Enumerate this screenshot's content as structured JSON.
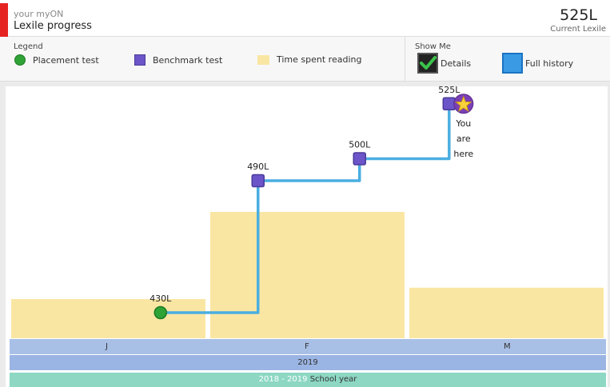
{
  "header": {
    "subtitle": "your myON",
    "title": "Lexile progress",
    "current_value": "525L",
    "current_label": "Current Lexile"
  },
  "legend": {
    "title": "Legend",
    "items": [
      {
        "label": "Placement test",
        "color": "#2fa336"
      },
      {
        "label": "Benchmark test",
        "color": "#6c55c8"
      },
      {
        "label": "Time spent reading",
        "color": "#fae6a3"
      }
    ]
  },
  "show_me": {
    "title": "Show Me",
    "details_label": "Details",
    "history_label": "Full history"
  },
  "chart_data": {
    "type": "line",
    "categories": [
      "J",
      "F",
      "M"
    ],
    "reading_time_relative": [
      0.31,
      1.0,
      0.4
    ],
    "points": [
      {
        "label": "430L",
        "value": 430,
        "kind": "placement",
        "position": 0.75
      },
      {
        "label": "490L",
        "value": 490,
        "kind": "benchmark",
        "position": 1.24
      },
      {
        "label": "500L",
        "value": 500,
        "kind": "benchmark",
        "position": 1.75
      },
      {
        "label": "525L",
        "value": 525,
        "kind": "benchmark",
        "position": 2.2
      }
    ],
    "current_marker": [
      "You",
      "are",
      "here"
    ],
    "year": "2019",
    "school_year_range": "2018 - 2019",
    "school_year_label": "School year",
    "colors": {
      "line": "#4aaee0",
      "bar": "#fae6a3",
      "placement": "#2fa336",
      "benchmark": "#6c55c8"
    }
  }
}
